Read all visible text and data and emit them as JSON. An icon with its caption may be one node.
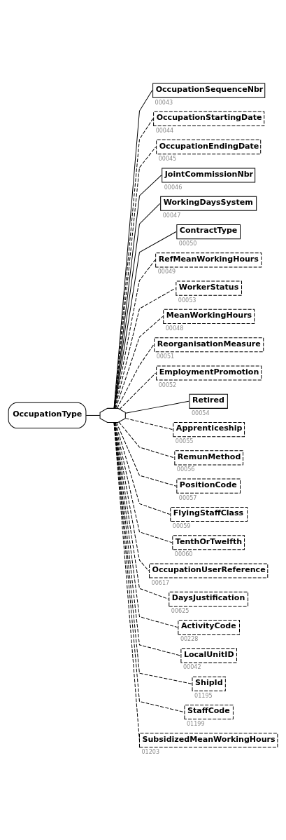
{
  "diagram": {
    "nodes": [
      {
        "text": [
          "OccupationType"
        ]
      },
      {
        "text": [],
        "shape": "octagon"
      },
      {
        "text": [
          "OccupationSequenceNbr"
        ],
        "beside": [
          "00043"
        ]
      },
      {
        "text": [
          "OccupationStartingDate"
        ],
        "beside": [
          "00044"
        ]
      },
      {
        "text": [
          "OccupationEndingDate"
        ],
        "beside": [
          "00045"
        ]
      },
      {
        "text": [
          "JointCommissionNbr"
        ],
        "beside": [
          "00046"
        ]
      },
      {
        "text": [
          "WorkingDaysSystem"
        ],
        "beside": [
          "00047"
        ]
      },
      {
        "text": [
          "ContractType"
        ],
        "beside": [
          "00050"
        ]
      },
      {
        "text": [
          "RefMeanWorkingHours"
        ],
        "beside": [
          "00049"
        ]
      },
      {
        "text": [
          "WorkerStatus"
        ],
        "beside": [
          "00053"
        ]
      },
      {
        "text": [
          "MeanWorkingHours"
        ],
        "beside": [
          "00048"
        ]
      },
      {
        "text": [
          "ReorganisationMeasure"
        ],
        "beside": [
          "00051"
        ]
      },
      {
        "text": [
          "EmploymentPromotion"
        ],
        "beside": [
          "00052"
        ]
      },
      {
        "text": [
          "Retired"
        ],
        "beside": [
          "00054"
        ]
      },
      {
        "text": [
          "Apprenticeship"
        ],
        "beside": [
          "00055"
        ]
      },
      {
        "text": [
          "RemunMethod"
        ],
        "beside": [
          "00056"
        ]
      },
      {
        "text": [
          "PositionCode"
        ],
        "beside": [
          "00057"
        ]
      },
      {
        "text": [
          "FlyingStaffClass"
        ],
        "beside": [
          "00059"
        ]
      },
      {
        "text": [
          "TenthOrTwelfth"
        ],
        "beside": [
          "00060"
        ]
      },
      {
        "text": [
          "OccupationUserReference"
        ],
        "beside": [
          "00617"
        ]
      },
      {
        "text": [
          "DaysJustification"
        ],
        "beside": [
          "00625"
        ]
      },
      {
        "text": [
          "ActivityCode"
        ],
        "beside": [
          "00228"
        ]
      },
      {
        "text": [
          "LocalUnitID"
        ],
        "beside": [
          "00042"
        ]
      },
      {
        "text": [
          "ShipId"
        ],
        "beside": [
          "01195"
        ]
      },
      {
        "text": [
          "StaffCode"
        ],
        "beside": [
          "01199"
        ]
      },
      {
        "text": [
          "SubsidizedMeanWorkingHours"
        ],
        "beside": [
          "01203"
        ]
      }
    ],
    "edges": [
      {
        "from": 0,
        "to": 1,
        "arrow": "none"
      },
      {
        "from": 1,
        "to": 2,
        "arrow": "none"
      },
      {
        "from": 1,
        "to": 3,
        "arrow": "none",
        "style": "dashed"
      },
      {
        "from": 1,
        "to": 4,
        "arrow": "none",
        "style": "dashed"
      },
      {
        "from": 1,
        "to": 5,
        "arrow": "none"
      },
      {
        "from": 1,
        "to": 6,
        "arrow": "none"
      },
      {
        "from": 1,
        "to": 7,
        "arrow": "none"
      },
      {
        "from": 1,
        "to": 8,
        "arrow": "none",
        "style": "dashed"
      },
      {
        "from": 1,
        "to": 9,
        "arrow": "none",
        "style": "dashed"
      },
      {
        "from": 1,
        "to": 10,
        "arrow": "none",
        "style": "dashed"
      },
      {
        "from": 1,
        "to": 11,
        "arrow": "none",
        "style": "dashed"
      },
      {
        "from": 1,
        "to": 12,
        "arrow": "none",
        "style": "dashed"
      },
      {
        "from": 1,
        "to": 13,
        "arrow": "none"
      },
      {
        "from": 1,
        "to": 14,
        "arrow": "none",
        "style": "dashed"
      },
      {
        "from": 1,
        "to": 15,
        "arrow": "none",
        "style": "dashed"
      },
      {
        "from": 1,
        "to": 16,
        "arrow": "none",
        "style": "dashed"
      },
      {
        "from": 1,
        "to": 17,
        "arrow": "none",
        "style": "dashed"
      },
      {
        "from": 1,
        "to": 18,
        "arrow": "none",
        "style": "dashed"
      },
      {
        "from": 1,
        "to": 19,
        "arrow": "none",
        "style": "dashed"
      },
      {
        "from": 1,
        "to": 20,
        "arrow": "none",
        "style": "dashed"
      },
      {
        "from": 1,
        "to": 21,
        "arrow": "none",
        "style": "dashed"
      },
      {
        "from": 1,
        "to": 22,
        "arrow": "none",
        "style": "dashed"
      },
      {
        "from": 1,
        "to": 23,
        "arrow": "none",
        "style": "dashed"
      },
      {
        "from": 1,
        "to": 24,
        "arrow": "none",
        "style": "dashed"
      },
      {
        "from": 1,
        "to": 25,
        "arrow": "none",
        "style": "dashed"
      }
    ]
  }
}
